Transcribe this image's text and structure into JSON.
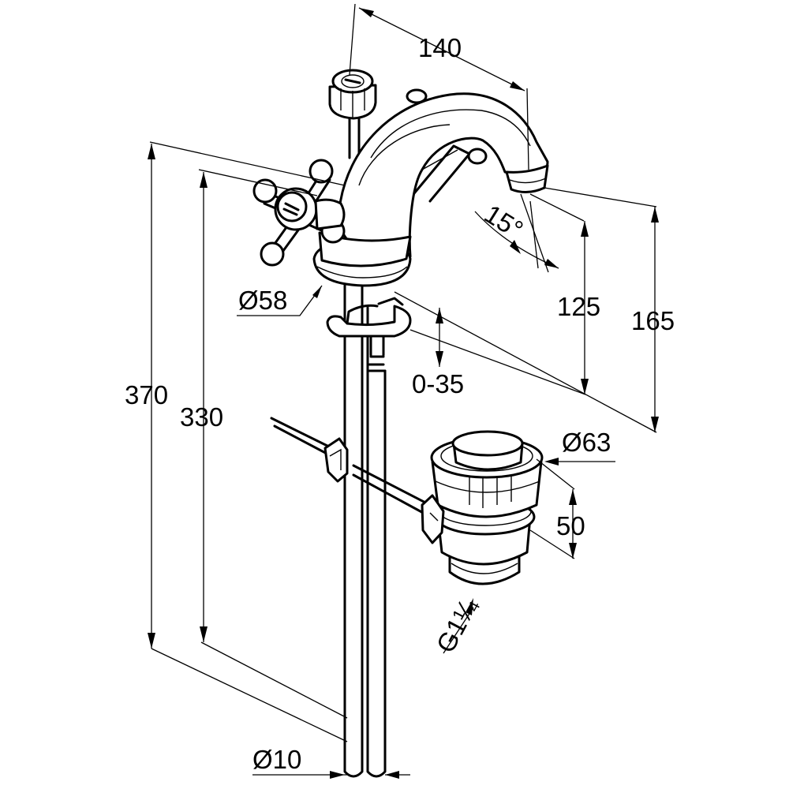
{
  "dimensions": {
    "spout_reach": "140",
    "spout_angle": "15°",
    "spout_height": "125",
    "total_height": "165",
    "base_diameter": "Ø58",
    "thickness_range": "0-35",
    "length_370": "370",
    "length_330": "330",
    "waste_diameter": "Ø63",
    "waste_height": "50",
    "thread": "G1¹⁄₄",
    "pipe_diameter": "Ø10"
  }
}
